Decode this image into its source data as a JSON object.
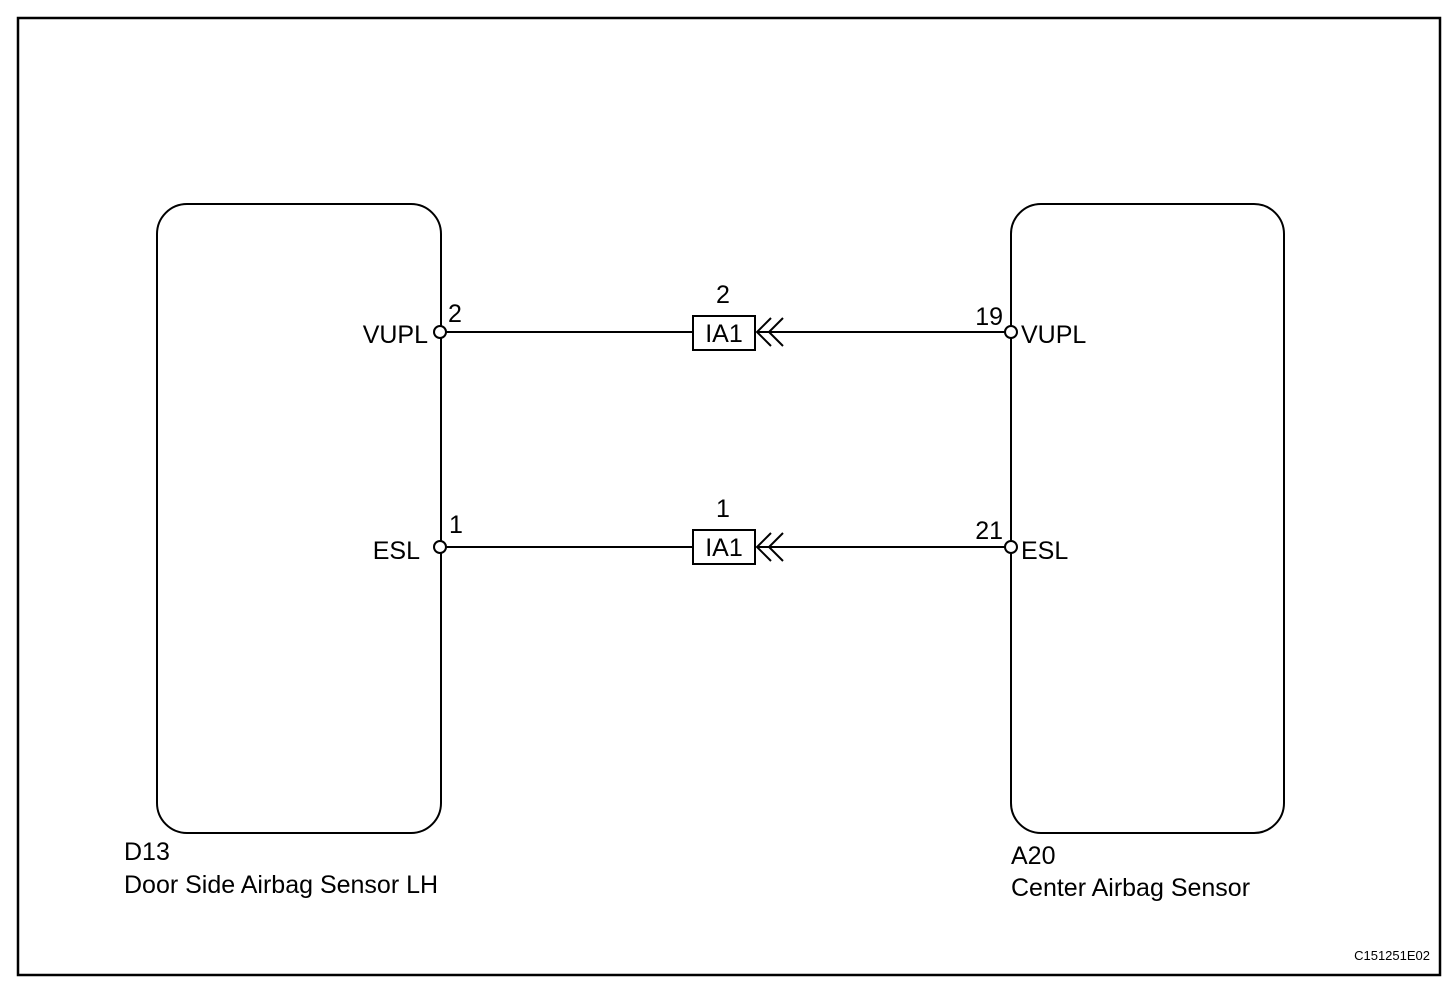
{
  "diagram_code": "C151251E02",
  "components": {
    "left": {
      "id": "D13",
      "name": "Door Side Airbag Sensor LH",
      "pins": [
        {
          "terminal": "VUPL",
          "number": "2"
        },
        {
          "terminal": "ESL",
          "number": "1"
        }
      ]
    },
    "right": {
      "id": "A20",
      "name": "Center Airbag Sensor",
      "pins": [
        {
          "terminal": "VUPL",
          "number": "19"
        },
        {
          "terminal": "ESL",
          "number": "21"
        }
      ]
    }
  },
  "connectors": [
    {
      "label": "IA1",
      "pin": "2"
    },
    {
      "label": "IA1",
      "pin": "1"
    }
  ],
  "colors": {
    "ink": "#000000",
    "paper": "#ffffff"
  }
}
